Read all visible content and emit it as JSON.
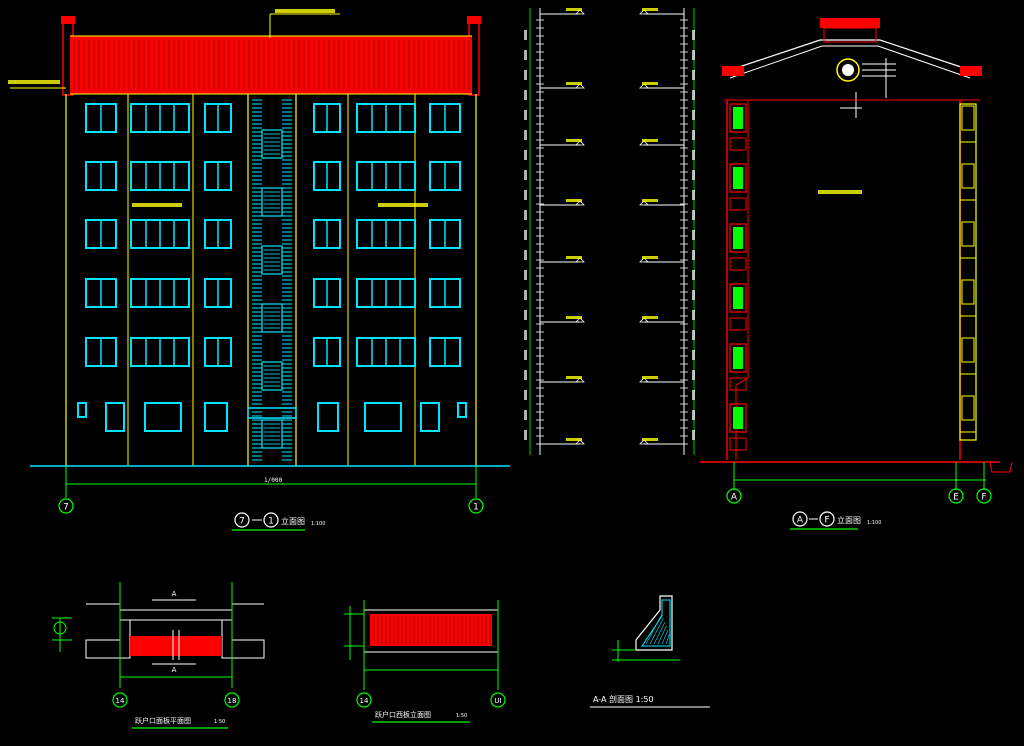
{
  "colors": {
    "background": "#000000",
    "roof": "#ff0000",
    "window": "#00e5ff",
    "wall": "#ffff00",
    "axis": "#00ff00",
    "text": "#ffffff",
    "dim": "#00ff00"
  },
  "front_elevation": {
    "axis_left": "7",
    "axis_right": "1",
    "overall_dim": "1/000",
    "title_axis_from": "7",
    "title_axis_to": "1",
    "title_text": "立面图",
    "scale": "1:100"
  },
  "side_elevation": {
    "axis_a": "A",
    "axis_e": "E",
    "axis_f": "F",
    "title_axis_from": "A",
    "title_axis_to": "F",
    "title_text": "立面图",
    "scale": "1:100"
  },
  "detail_plan": {
    "section_mark_top": "A",
    "section_mark_bottom": "A",
    "axis_left": "14",
    "axis_right": "18",
    "title": "跃户口面板平面图",
    "scale": "1:50"
  },
  "detail_elev": {
    "axis_left": "14",
    "axis_right": "UI",
    "title": "跃户口西板立面图",
    "scale": "1:50"
  },
  "section_aa": {
    "title": "A-A 剖面图 1:50"
  }
}
